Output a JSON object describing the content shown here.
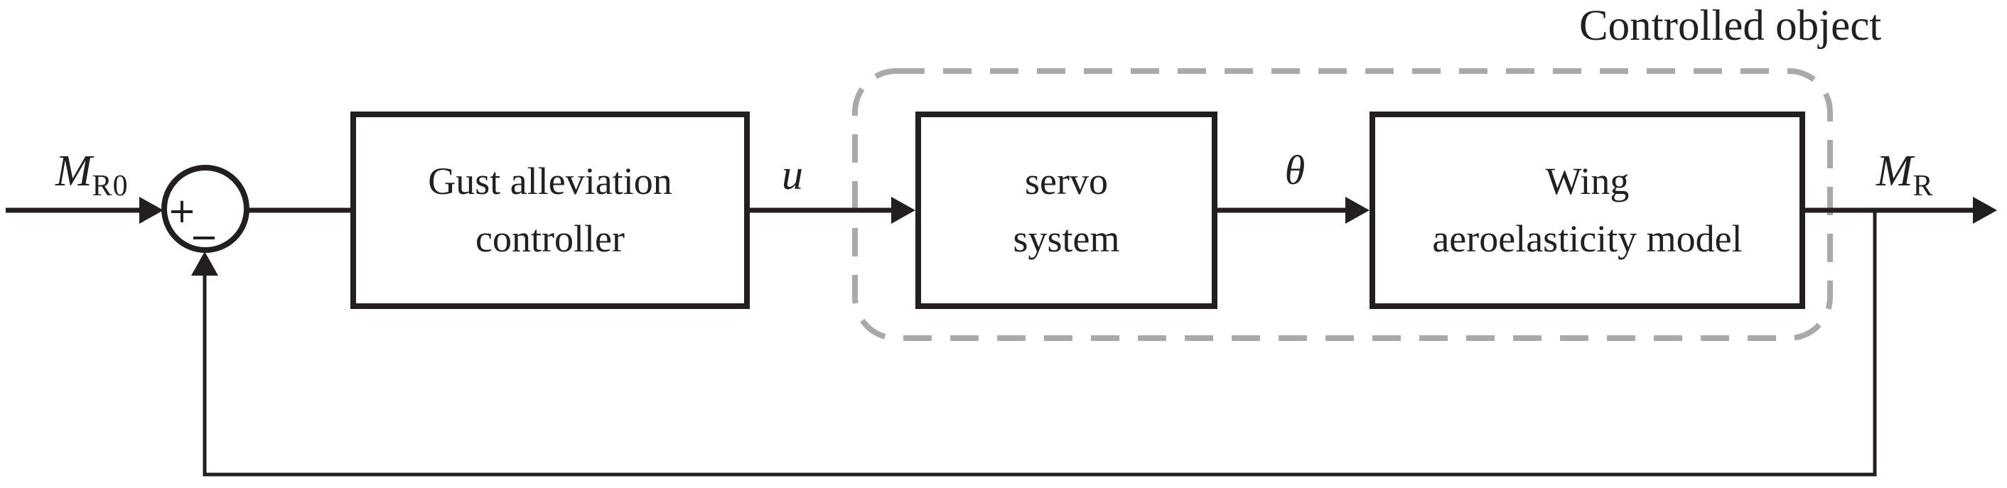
{
  "figure": {
    "title": "Controlled object",
    "signals": {
      "input": {
        "base": "M",
        "sub": "R0"
      },
      "control": "u",
      "deflection": "θ",
      "output": {
        "base": "M",
        "sub": "R"
      }
    },
    "summing_junction": {
      "plus": "+",
      "minus": "−"
    },
    "blocks": {
      "controller": {
        "lines": [
          "Gust alleviation",
          "controller"
        ]
      },
      "servo": {
        "lines": [
          "servo",
          "system"
        ]
      },
      "wing": {
        "lines": [
          "Wing",
          "aeroelasticity model"
        ]
      }
    },
    "colors": {
      "ink": "#231f20",
      "boundary_dash": "#a9a9a9",
      "background": "#ffffff"
    }
  }
}
